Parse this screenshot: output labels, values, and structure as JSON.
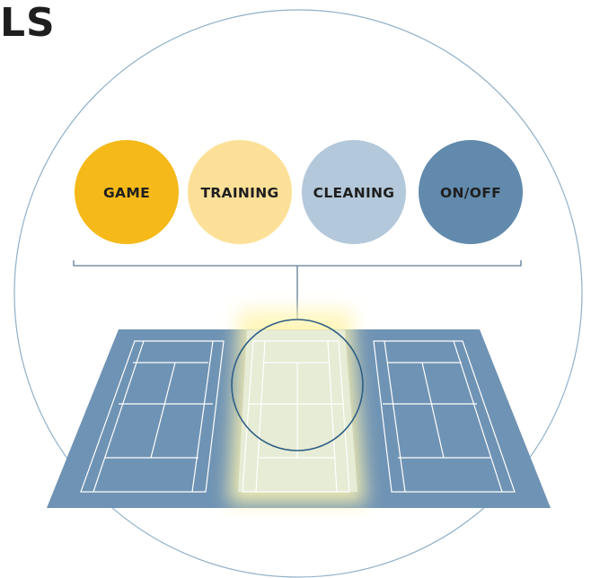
{
  "heading": "LS",
  "modes": [
    {
      "label": "GAME",
      "fill": "#f5b919",
      "text_color": "#1f1f1f"
    },
    {
      "label": "TRAINING",
      "fill": "#fde098",
      "text_color": "#1f1f1f"
    },
    {
      "label": "CLEANING",
      "fill": "#b3c8da",
      "text_color": "#1f1f1f"
    },
    {
      "label": "ON/OFF",
      "fill": "#618aad",
      "text_color": "#1f1f1f"
    }
  ],
  "colors": {
    "outer_circle": "#8fb0c8",
    "bracket": "#5d7e98",
    "court_floor": "#6f93b4",
    "court_lines": "#ffffff",
    "highlight_court": "#e6ecd6",
    "highlight_glow": "#fff4b0",
    "selection_circle": "#2f5e84"
  },
  "courts": {
    "count": 3,
    "selected_index": 1
  }
}
